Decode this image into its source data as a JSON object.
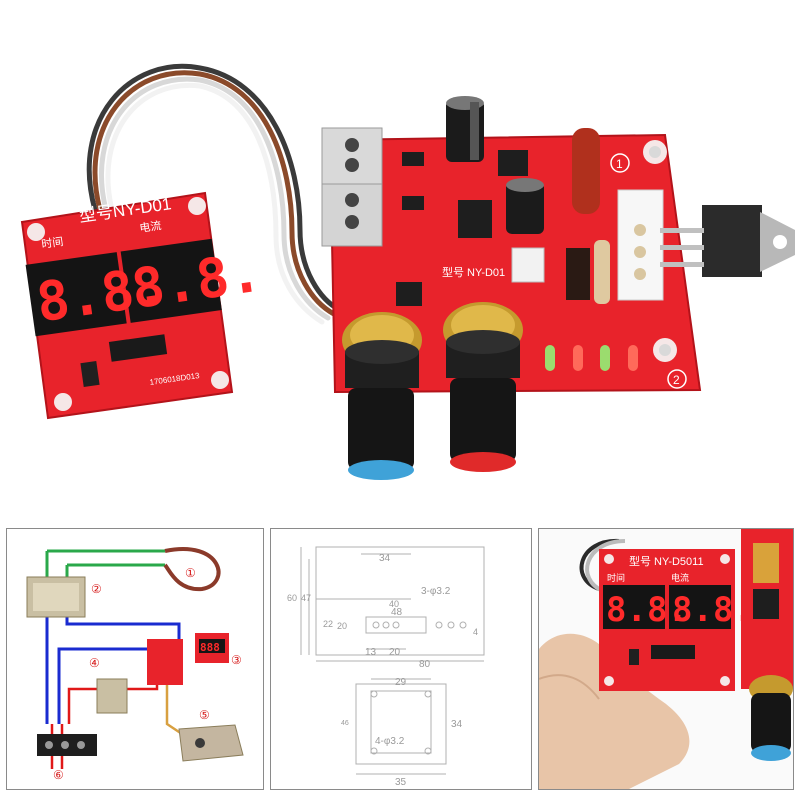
{
  "hero": {
    "display_board_model": "型号NY-D01",
    "display_label_left": "时间",
    "display_label_right": "电流",
    "display_digits_left": "8.8.",
    "display_digits_right": "8.8.",
    "display_serial": "1706018D013",
    "control_board_model": "型号 NY-D01",
    "terminal_marker_1": "1",
    "terminal_marker_2": "2"
  },
  "wiring": {
    "markers": [
      "①",
      "②",
      "③",
      "④",
      "⑤",
      "⑥"
    ],
    "mini_display": "888"
  },
  "dimensions": {
    "top": {
      "w34": "34",
      "hole": "3-φ3.2",
      "h60": "60",
      "h47": "47",
      "h40": "40",
      "h22": "22",
      "h20": "20",
      "w48": "48",
      "w13": "13",
      "w20": "20",
      "w80": "80",
      "w4": "4"
    },
    "bottom": {
      "w29": "29",
      "h34": "34",
      "hole": "4-φ3.2",
      "w35": "35",
      "side": "46"
    }
  },
  "photo": {
    "model": "型号 NY-D5011",
    "label_left": "时间",
    "label_right": "电流",
    "digits_left": "8.8.",
    "digits_right": "8.8."
  },
  "colors": {
    "pcb_red": "#e8232b",
    "pcb_dark": "#b3131a",
    "segment_red": "#ff2a2a",
    "wire_blue": "#1a2bd0",
    "wire_green": "#2aa84a",
    "wire_red": "#e01818",
    "dimension_gray": "#9a9a9a",
    "knob_blue": "#3fa2d8",
    "knob_red": "#e02a2a"
  }
}
